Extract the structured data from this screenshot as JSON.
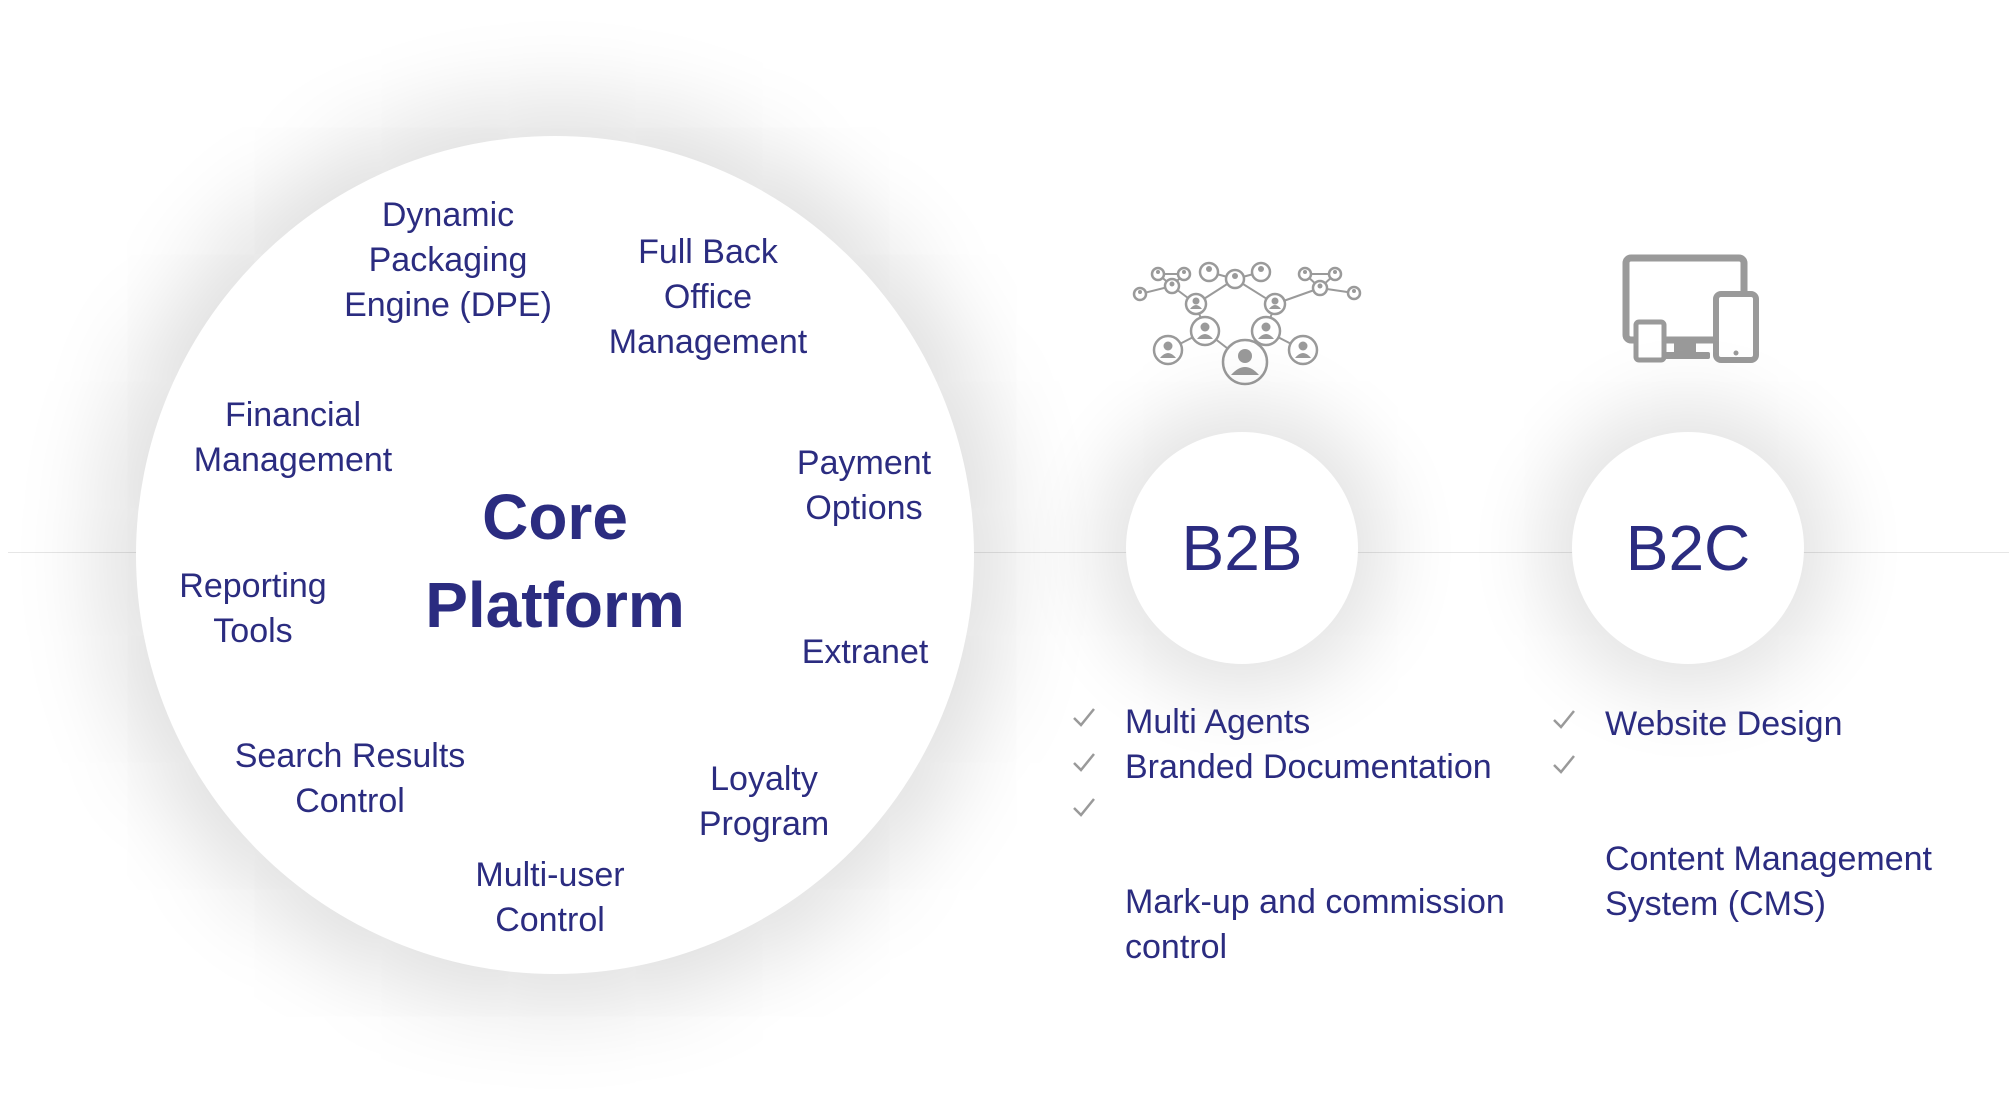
{
  "core": {
    "title": "Core\nPlatform",
    "features": [
      {
        "label": "Dynamic\nPackaging\nEngine (DPE)"
      },
      {
        "label": "Full Back\nOffice\nManagement"
      },
      {
        "label": "Financial\nManagement"
      },
      {
        "label": "Payment\nOptions"
      },
      {
        "label": "Reporting\nTools"
      },
      {
        "label": "Extranet"
      },
      {
        "label": "Search Results\nControl"
      },
      {
        "label": "Loyalty\nProgram"
      },
      {
        "label": "Multi-user\nControl"
      }
    ]
  },
  "b2b": {
    "label": "B2B",
    "icon": "people-network-icon",
    "items": [
      "Multi Agents",
      "Branded Documentation",
      "Mark-up and commission\ncontrol"
    ]
  },
  "b2c": {
    "label": "B2C",
    "icon": "devices-icon",
    "items": [
      "Website Design",
      "Content Management\nSystem (CMS)"
    ]
  },
  "colors": {
    "text": "#2b2c80",
    "icon": "#9a9a9a",
    "check": "#9a9a9a"
  }
}
